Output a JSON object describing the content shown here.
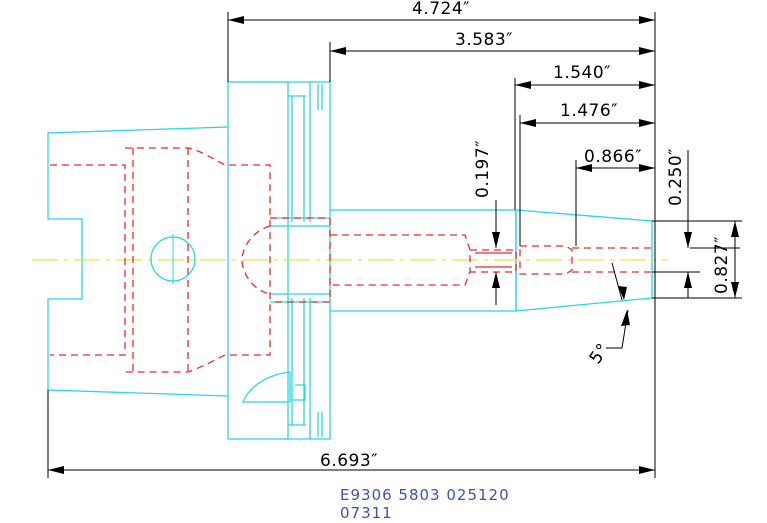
{
  "drawing": {
    "dimensions": {
      "overall_top": "4.724″",
      "body_length": "3.583″",
      "bore_depth": "1.540″",
      "taper_length": "1.476″",
      "nose_length": "0.866″",
      "bore_dia": "0.197″",
      "nose_step": "0.250″",
      "nose_dia": "0.827″",
      "angle": "5°",
      "overall_bottom": "6.693″"
    },
    "caption": {
      "line1": "E9306 5803 025120",
      "line2": "07311"
    }
  }
}
